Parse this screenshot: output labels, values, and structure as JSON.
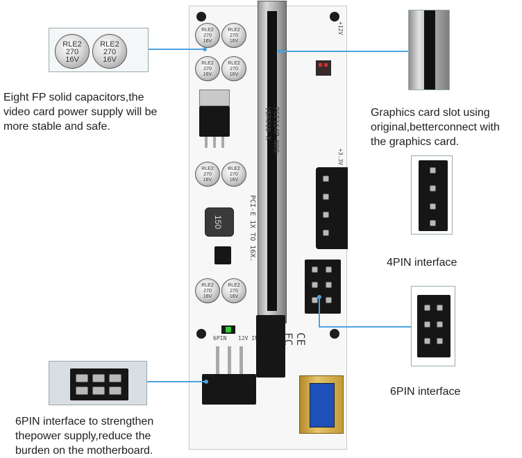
{
  "captions": {
    "capacitors": [
      "Eight FP solid capacitors,the",
      "video card power supply will be",
      "more stable and safe."
    ],
    "slot": [
      "Graphics card slot using",
      "original,betterconnect with",
      "the graphics card."
    ],
    "pin4": "4PIN interface",
    "pin6": "6PIN interface",
    "pin6_power": [
      "6PIN interface to strengthen",
      "thepower supply,reduce the",
      "burden on the motherboard."
    ]
  },
  "board": {
    "model_line1": "PCE164P-N09",
    "model_line2": "VER010-X",
    "slot_text": "PCI-E 1X TO 16X.",
    "cap_marking": [
      "RLE2",
      "270",
      "16V"
    ],
    "inductor_label": "150",
    "voltage_12v": "+12V",
    "voltage_33v": "+3.3V",
    "header_6pin": "6PIN",
    "header_12v": "12V IN",
    "ce_mark": "CE",
    "fc_mark": "FC"
  },
  "colors": {
    "callout_line": "#4aa3df",
    "board": "#f7f7f7",
    "component": "#161616"
  }
}
